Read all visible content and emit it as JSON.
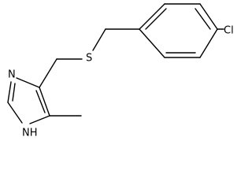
{
  "molecule": {
    "atoms": {
      "cl": "Cl",
      "s": "S",
      "n_ring": "N",
      "nh": "NH"
    },
    "bond_color": "#000000",
    "background": "#ffffff"
  }
}
